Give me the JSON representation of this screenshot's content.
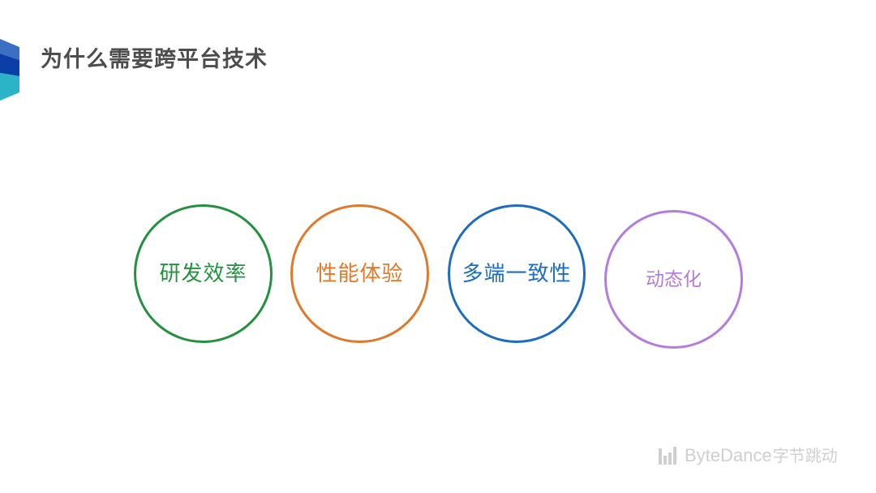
{
  "slide": {
    "title": "为什么需要跨平台技术",
    "title_color": "#4d4d4d",
    "background": "#ffffff"
  },
  "corner_logo": {
    "icon": "cube-logo-icon",
    "colors": {
      "top": "#3a6fc4",
      "middle": "#0a3fa8",
      "bottom": "#2bb3c8"
    }
  },
  "circles": [
    {
      "label": "研发效率",
      "color": "#23913f"
    },
    {
      "label": "性能体验",
      "color": "#e0792a"
    },
    {
      "label": "多端一致性",
      "color": "#1d6cbf"
    },
    {
      "label": "动态化",
      "color": "#b47cdc"
    }
  ],
  "brand": {
    "icon": "bytedance-bars-icon",
    "name": "ByteDance",
    "name_cn": "字节跳动",
    "color": "#cfcfcf"
  }
}
